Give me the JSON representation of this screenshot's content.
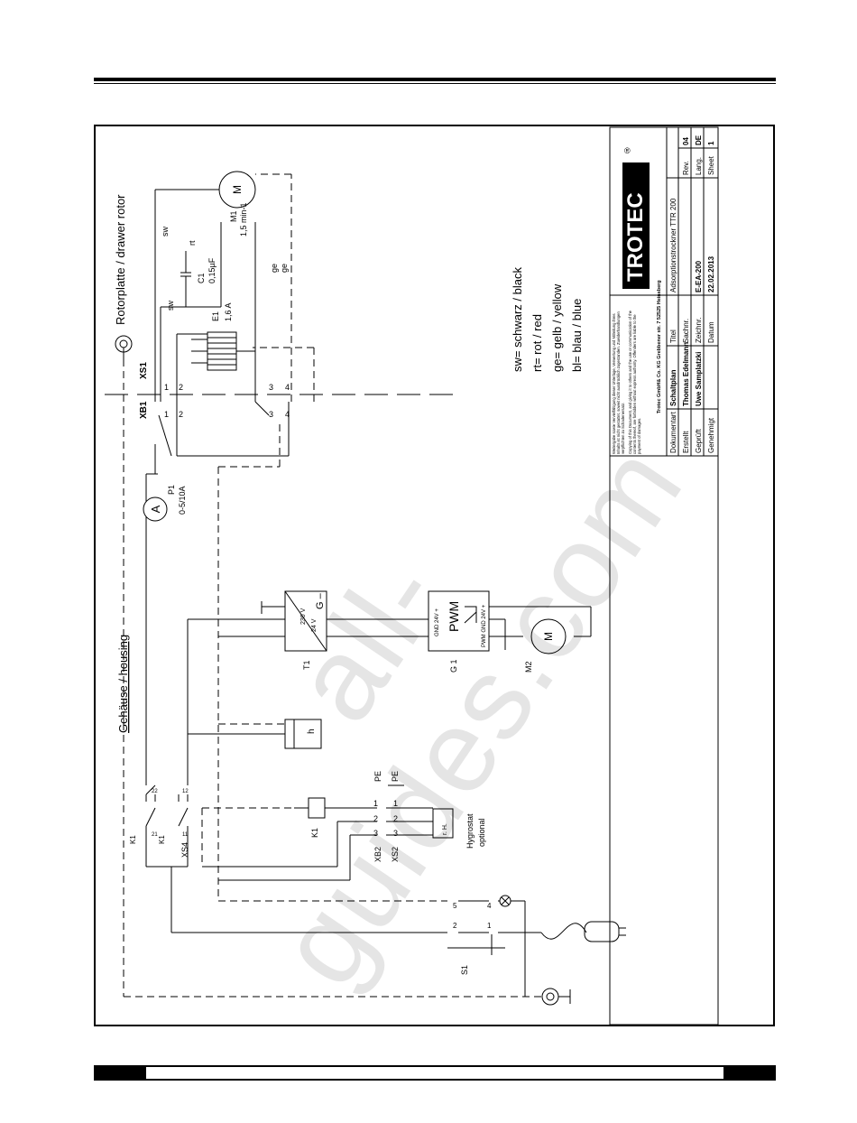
{
  "labels": {
    "housing": "Gehäuse / housing",
    "rotor": "Rotorplatte / drawer rotor",
    "ammeter": "A",
    "ammeter_ref": "P1",
    "ammeter_range": "0-5/10A",
    "xb1": "XB1",
    "xs1": "XS1",
    "heater_ref": "E1",
    "heater_value": "1,6 A",
    "cap_ref": "C1",
    "cap_value": "0,15µF",
    "motor1_symbol": "M",
    "motor1_ref": "M1",
    "motor1_speed": "1,5 min-1",
    "sw": "sw",
    "rt": "rt",
    "ge": "ge",
    "transformer_ref": "T1",
    "tr_in": "230 V",
    "tr_out": "24 V",
    "pwm": "PWM",
    "pwm_top": "GND 24V +",
    "pwm_bottom": "PWM GND 24V +",
    "pwm_ref": "G 1",
    "motor2_symbol": "M",
    "motor2_ref": "M2",
    "hour": "h",
    "k1": "K1",
    "xs4": "XS4",
    "pe": "PE",
    "xb2": "XB2",
    "xs2": "XS2",
    "hygrostat": "Hygrostat",
    "optional": "optional",
    "rh": "r. H.",
    "s1": "S1"
  },
  "legend": [
    "sw= schwarz / black",
    "rt= rot / red",
    "ge= gelb / yellow",
    "bl= blau / blue"
  ],
  "titleblock": {
    "brand": "TROTEC",
    "registered": "®",
    "company": "Trotec GmbH& Co. KG Grebbener str. 7 52525 Heinsberg",
    "copyright_de": "Weitergabe sowie Vervielfältigung dieser Unterlage, Verwertung und Mitteilung ihres Inhalts ist nicht gestattet, soweit nicht ausdrücklich zugestanden. Zuwiderhandlungen verpflichten zu Schadenersatz.",
    "copyright_en": "Copying of this Document, and giving it to others and the use or communication of the contents thereof, are forbidden without express authority. Offenders are liable to the payment of damages.",
    "rows": [
      {
        "k1": "Dokumentart",
        "v1": "Schaltplan",
        "k2": "Titel",
        "v2": "Adsorptionstrockner TTR 200",
        "k3": "",
        "v3": ""
      },
      {
        "k1": "Erstellt",
        "v1": "Thomas Edelmann",
        "k2": "Sachnr.",
        "v2": "",
        "k3": "Rev.",
        "v3": "04"
      },
      {
        "k1": "Geprüft",
        "v1": "Uwe Samplatzki",
        "k2": "Zeichnr.",
        "v2": "E-EA-200",
        "k3": "Lang.",
        "v3": "DE"
      },
      {
        "k1": "Genehmigt",
        "v1": "",
        "k2": "Datum",
        "v2": "22.02.2013",
        "k3": "Sheet",
        "v3": "1"
      }
    ]
  },
  "watermark": "all-guides.com"
}
